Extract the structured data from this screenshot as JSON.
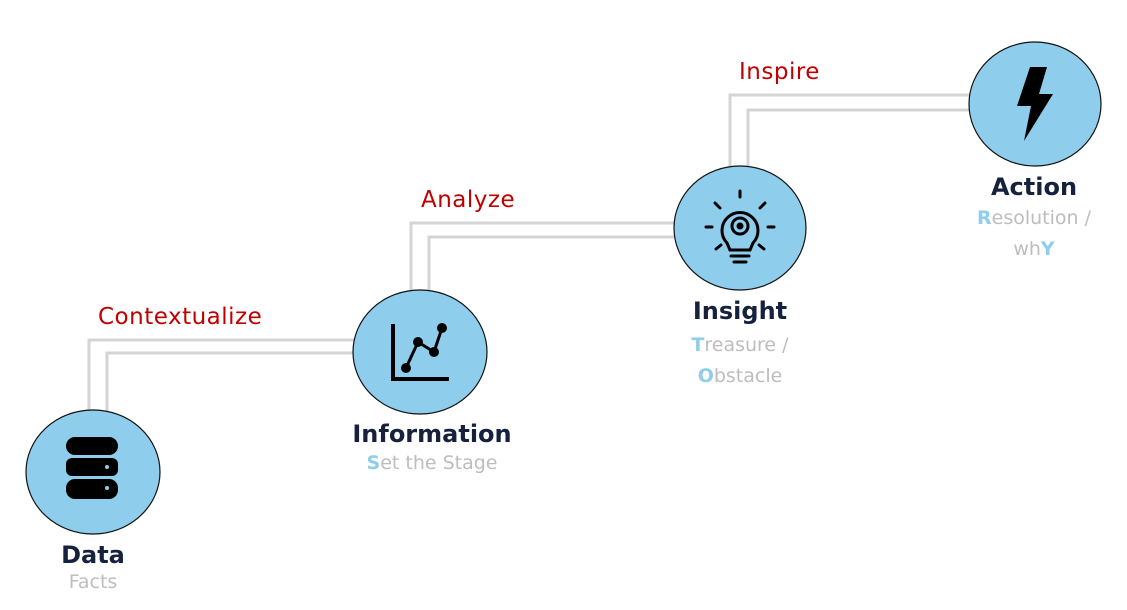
{
  "connectors": {
    "contextualize": "Contextualize",
    "analyze": "Analyze",
    "inspire": "Inspire"
  },
  "nodes": {
    "data": {
      "title": "Data",
      "subtitle": "Facts",
      "icon": "database-icon"
    },
    "information": {
      "title": "Information",
      "subtitle_initial": "S",
      "subtitle_rest": "et the Stage",
      "icon": "line-chart-icon"
    },
    "insight": {
      "title": "Insight",
      "line1_initial": "T",
      "line1_rest": "reasure /",
      "line2_initial": "O",
      "line2_rest": "bstacle",
      "icon": "lightbulb-gear-icon"
    },
    "action": {
      "title": "Action",
      "line1_initial": "R",
      "line1_rest": "esolution /",
      "line2_prefix": "wh",
      "line2_initial": "Y",
      "icon": "lightning-bolt-icon"
    }
  },
  "colors": {
    "circle_fill": "#8ecdec",
    "connector": "#d4d4d4",
    "connector_label": "#c00000",
    "title": "#16213e",
    "subtitle": "#bdbdbd",
    "highlight": "#8ecdec"
  }
}
